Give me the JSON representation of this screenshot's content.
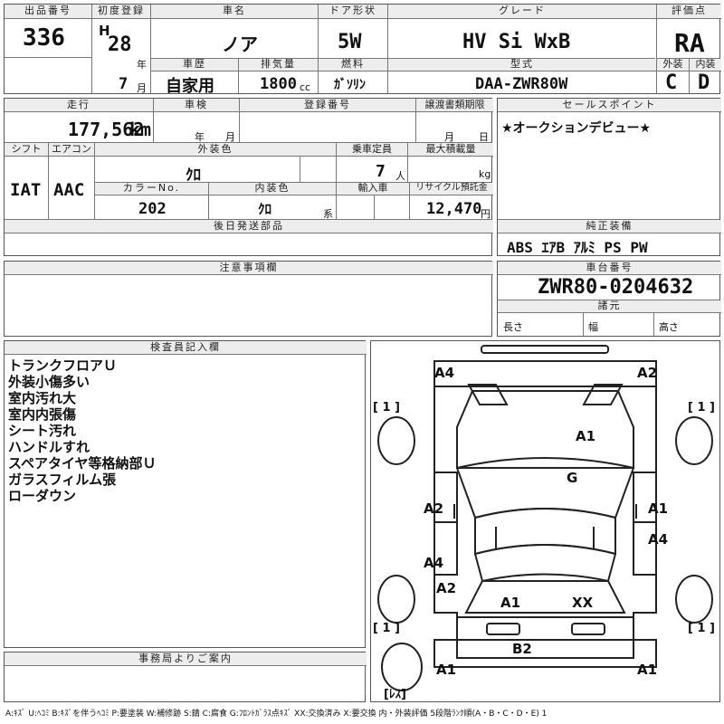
{
  "top": {
    "lot_label": "出品番号",
    "lot_no": "336",
    "first_reg_label": "初度登録",
    "era_letter": "H",
    "reg_year": "28",
    "year_unit": "年",
    "reg_month": "7",
    "month_unit": "月",
    "car_name_label": "車名",
    "car_name": "ノア",
    "door_label": "ドア形状",
    "door": "5W",
    "grade_label": "グレード",
    "grade": "HV Si WxB",
    "rating_label": "評価点",
    "rating": "RA",
    "history_label": "車歴",
    "history": "自家用",
    "displacement_label": "排気量",
    "displacement": "1800",
    "cc_unit": "cc",
    "fuel_label": "燃料",
    "fuel": "ｶﾞｿﾘﾝ",
    "model_label": "型式",
    "model": "DAA-ZWR80W",
    "ext_grade_label": "外装",
    "ext_grade": "C",
    "int_grade_label": "内装",
    "int_grade": "D"
  },
  "mid": {
    "mileage_label": "走行",
    "mileage": "177,562",
    "km_unit": "km",
    "inspection_label": "車検",
    "insp_year_unit": "年",
    "insp_month_unit": "月",
    "reg_no_label": "登録番号",
    "transfer_label": "譲渡書類期限",
    "transfer_month_unit": "月",
    "transfer_day_unit": "日",
    "sales_label": "セールスポイント",
    "sales_point": "★オークションデビュー★",
    "shift_label": "シフト",
    "shift": "IAT",
    "ac_label": "エアコン",
    "ac": "AAC",
    "ext_color_label": "外装色",
    "ext_color": "ｸﾛ",
    "capacity_label": "乗車定員",
    "capacity": "7",
    "person_unit": "人",
    "load_label": "最大積載量",
    "kg_unit": "kg",
    "color_no_label": "カラーNo.",
    "color_no": "202",
    "int_color_label": "内装色",
    "int_color": "ｸﾛ",
    "int_color_suffix": "系",
    "import_label": "輸入車",
    "recycle_label": "リサイクル預託金",
    "recycle": "12,470",
    "yen_unit": "円",
    "later_parts_label": "後日発送部品",
    "equip_label": "純正装備",
    "equip": "ABS ｴｱB ｱﾙﾐ PS PW",
    "notes_label": "注意事項欄",
    "chassis_label": "車台番号",
    "chassis": "ZWR80-0204632",
    "spec_label": "諸元",
    "length_label": "長さ",
    "width_label": "幅",
    "height_label": "高さ"
  },
  "inspector": {
    "label": "検査員記入欄",
    "lines": [
      "トランクフロアＵ",
      "外装小傷多い",
      "室内汚れ大",
      "室内内張傷",
      "シート汚れ",
      "ハンドルすれ",
      "スペアタイヤ等格納部Ｕ",
      "ガラスフィルム張",
      "ローダウン"
    ]
  },
  "office": {
    "label": "事務局よりご案内"
  },
  "diagram": {
    "marks": [
      {
        "text": "A4",
        "area": "front-left-corner"
      },
      {
        "text": "A2",
        "area": "front-right-corner"
      },
      {
        "text": "A1",
        "area": "hood"
      },
      {
        "text": "G",
        "area": "windshield"
      },
      {
        "text": "A2",
        "area": "left-front-door"
      },
      {
        "text": "A1",
        "area": "right-front-door"
      },
      {
        "text": "A4",
        "area": "left-rear-door"
      },
      {
        "text": "A4",
        "area": "right-rear-door"
      },
      {
        "text": "A2",
        "area": "left-rear-quarter"
      },
      {
        "text": "A1",
        "area": "rear-left"
      },
      {
        "text": "XX",
        "area": "rear-right"
      },
      {
        "text": "B2",
        "area": "rear-bumper"
      },
      {
        "text": "A1",
        "area": "rear-left-corner"
      },
      {
        "text": "A1",
        "area": "rear-right-corner"
      }
    ],
    "tire_marks": [
      "[ 1 ]",
      "[ 1 ]",
      "[ 1 ]",
      "[ 1 ]"
    ],
    "spare_mark": "[ﾚｽ]"
  },
  "legend": "A:ｷｽﾞ  U:ﾍｺﾐ B:ｷｽﾞを伴うﾍｺﾐ P:要塗装 W:補修跡 S:錆 C:腐食 G:ﾌﾛﾝﾄｶﾞﾗｽ点ｷｽﾞ XX:交換済み X:要交換  内・外装評価  5段階ﾗﾝｸ順(A・B・C・D・E) 1"
}
